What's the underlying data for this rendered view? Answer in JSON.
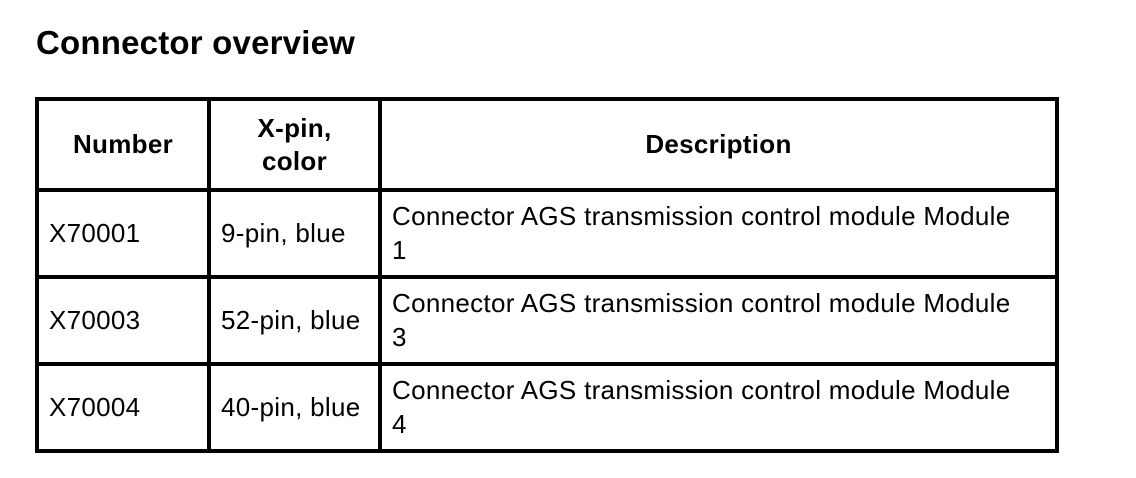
{
  "page": {
    "title": "Connector overview"
  },
  "colors": {
    "background": "#ffffff",
    "text": "#000000",
    "table_border": "#000000"
  },
  "table": {
    "name": "Connector overview table",
    "columns": [
      {
        "label": "Number"
      },
      {
        "label": "X-pin,\ncolor"
      },
      {
        "label": "Description"
      }
    ],
    "rows": [
      {
        "number": "X70001",
        "pin_color": "9-pin, blue",
        "description": "Connector AGS transmission control module Module\n1"
      },
      {
        "number": "X70003",
        "pin_color": "52-pin, blue",
        "description": "Connector AGS transmission control module Module\n3"
      },
      {
        "number": "X70004",
        "pin_color": "40-pin, blue",
        "description": "Connector AGS transmission control module Module\n4"
      }
    ]
  }
}
